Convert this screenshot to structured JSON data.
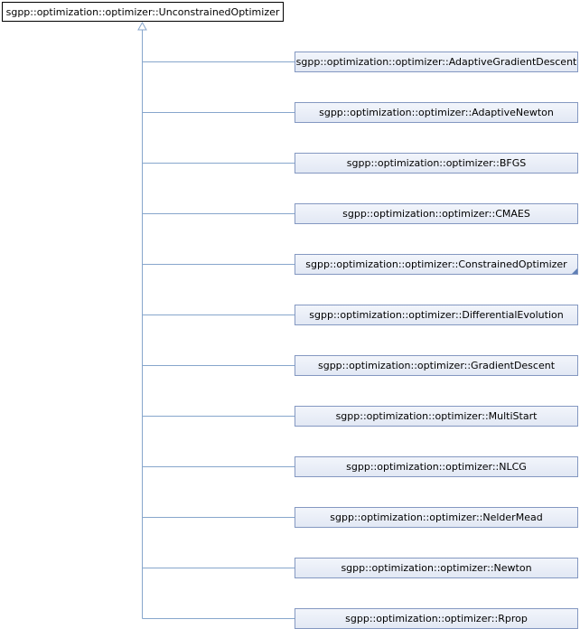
{
  "base": {
    "label": "sgpp::optimization::optimizer::UnconstrainedOptimizer"
  },
  "derived": [
    {
      "label": "sgpp::optimization::optimizer::AdaptiveGradientDescent",
      "has_more": false
    },
    {
      "label": "sgpp::optimization::optimizer::AdaptiveNewton",
      "has_more": false
    },
    {
      "label": "sgpp::optimization::optimizer::BFGS",
      "has_more": false
    },
    {
      "label": "sgpp::optimization::optimizer::CMAES",
      "has_more": false
    },
    {
      "label": "sgpp::optimization::optimizer::ConstrainedOptimizer",
      "has_more": true
    },
    {
      "label": "sgpp::optimization::optimizer::DifferentialEvolution",
      "has_more": false
    },
    {
      "label": "sgpp::optimization::optimizer::GradientDescent",
      "has_more": false
    },
    {
      "label": "sgpp::optimization::optimizer::MultiStart",
      "has_more": false
    },
    {
      "label": "sgpp::optimization::optimizer::NLCG",
      "has_more": false
    },
    {
      "label": "sgpp::optimization::optimizer::NelderMead",
      "has_more": false
    },
    {
      "label": "sgpp::optimization::optimizer::Newton",
      "has_more": false
    },
    {
      "label": "sgpp::optimization::optimizer::Rprop",
      "has_more": false
    }
  ],
  "colors": {
    "connector": "#87a6cc",
    "node_border": "#8498c1",
    "fold_marker": "#5f7fb6"
  }
}
